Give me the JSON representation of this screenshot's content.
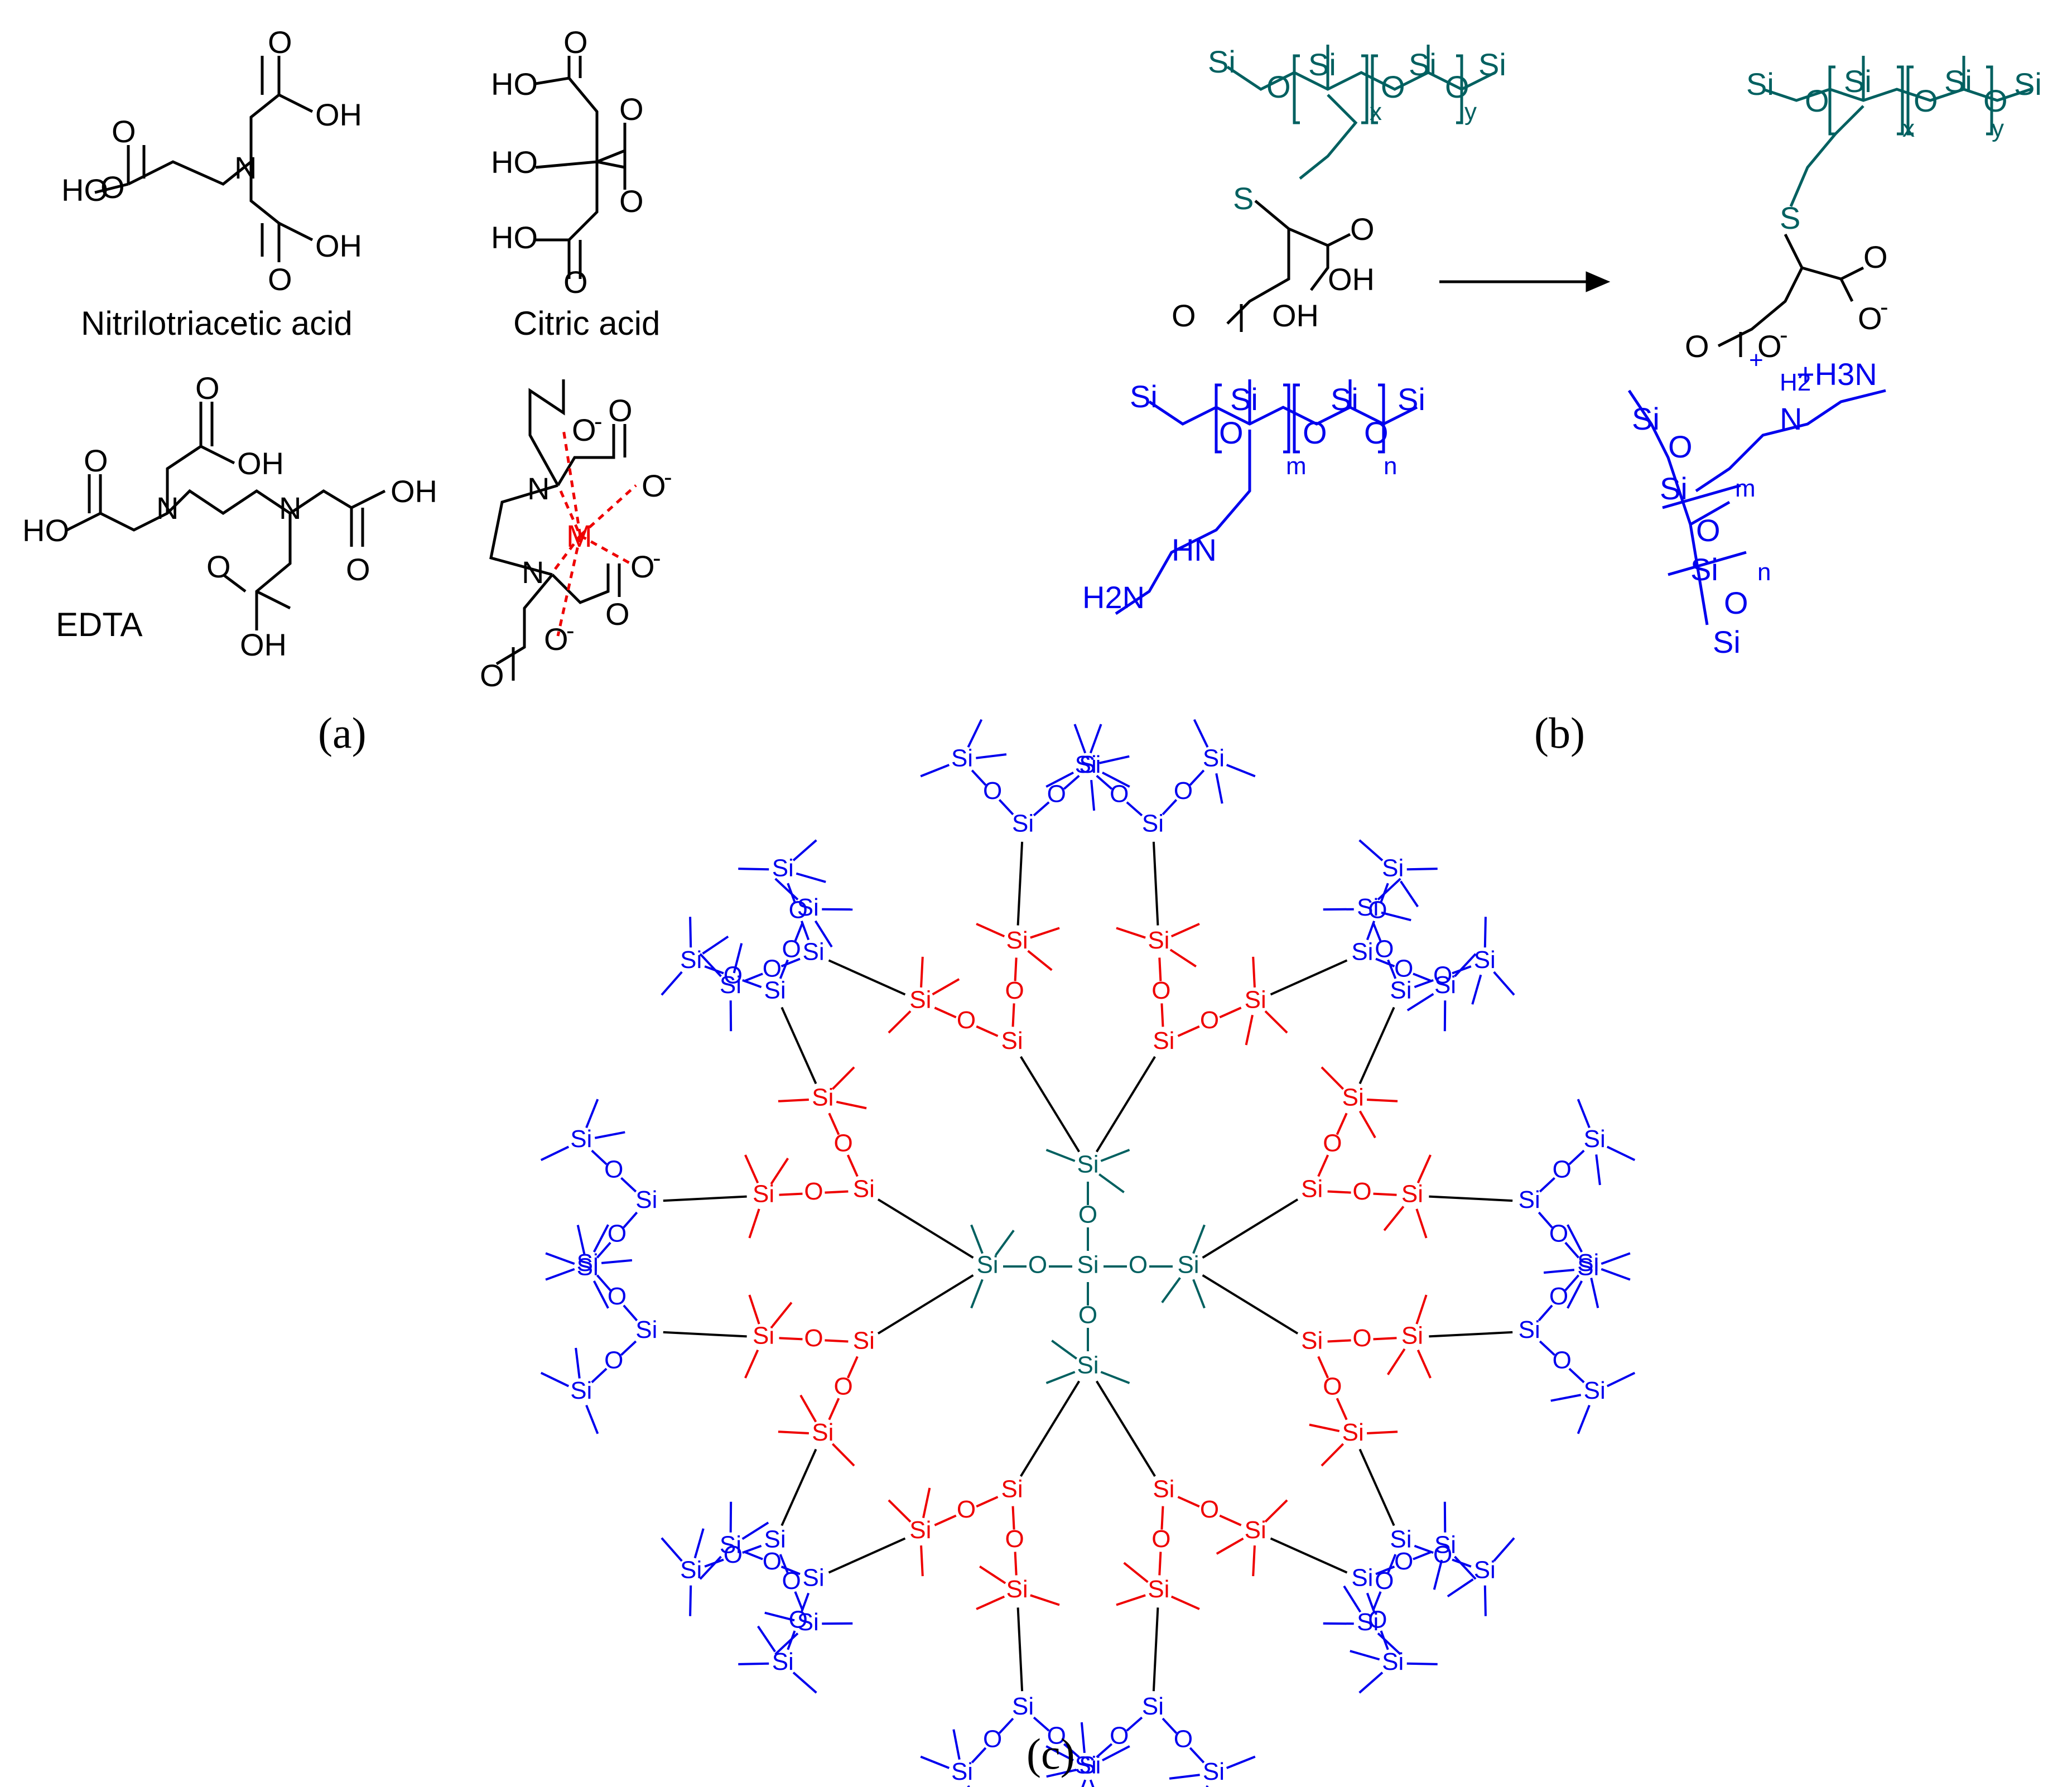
{
  "colors": {
    "black": "#000000",
    "teal": "#006060",
    "blue": "#0000ee",
    "red": "#ee0000"
  },
  "panel_a": {
    "label": "(a)",
    "nta": {
      "name": "Nitrilotriacetic acid",
      "oh": "OH",
      "ho": "HO",
      "o": "O",
      "n": "N"
    },
    "citric": {
      "name": "Citric acid",
      "ho": "HO",
      "o": "O"
    },
    "edta": {
      "name": "EDTA",
      "oh": "OH",
      "ho": "HO",
      "o": "O",
      "n": "N"
    },
    "complex": {
      "metal": "M",
      "o_minus": "O",
      "minus": "-",
      "o": "O",
      "n": "N"
    }
  },
  "panel_b": {
    "label": "(b)",
    "si": "Si",
    "o": "O",
    "s": "S",
    "oh": "OH",
    "n": "N",
    "hn": "HN",
    "o_minus": "O",
    "x": "x",
    "y": "y",
    "m": "m",
    "n_sub": "n",
    "h2n": "H2N",
    "h3n": "+H3N",
    "h2": "H2",
    "plus": "+",
    "minus": "-"
  },
  "panel_c": {
    "label": "(c)",
    "si": "Si",
    "o": "O"
  }
}
